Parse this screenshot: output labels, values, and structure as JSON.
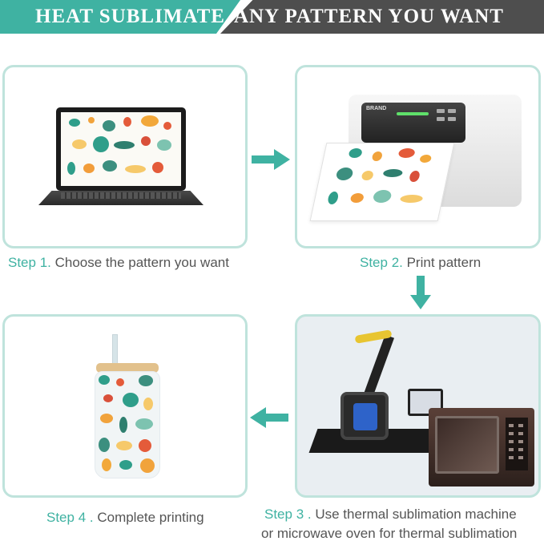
{
  "banner": {
    "left_text": "HEAT SUBLIMATE",
    "right_text": "ANY PATTERN YOU WANT",
    "left_color": "#3fb2a2",
    "right_color": "#4e4e4e"
  },
  "steps": [
    {
      "num": "Step 1.",
      "text": " Choose the pattern you want"
    },
    {
      "num": "Step 2.",
      "text": " Print pattern"
    },
    {
      "num": "Step 3 .",
      "text": " Use thermal sublimation machine",
      "text2": "or microwave oven for thermal sublimation"
    },
    {
      "num": "Step 4 .",
      "text": " Complete printing"
    }
  ],
  "printer": {
    "brand": "BRAND"
  },
  "colors": {
    "accent": "#3fb2a2",
    "border": "#bfe3dc",
    "caption": "#555555"
  },
  "icons": [
    "arrow-right-icon",
    "arrow-down-icon",
    "arrow-left-icon"
  ]
}
